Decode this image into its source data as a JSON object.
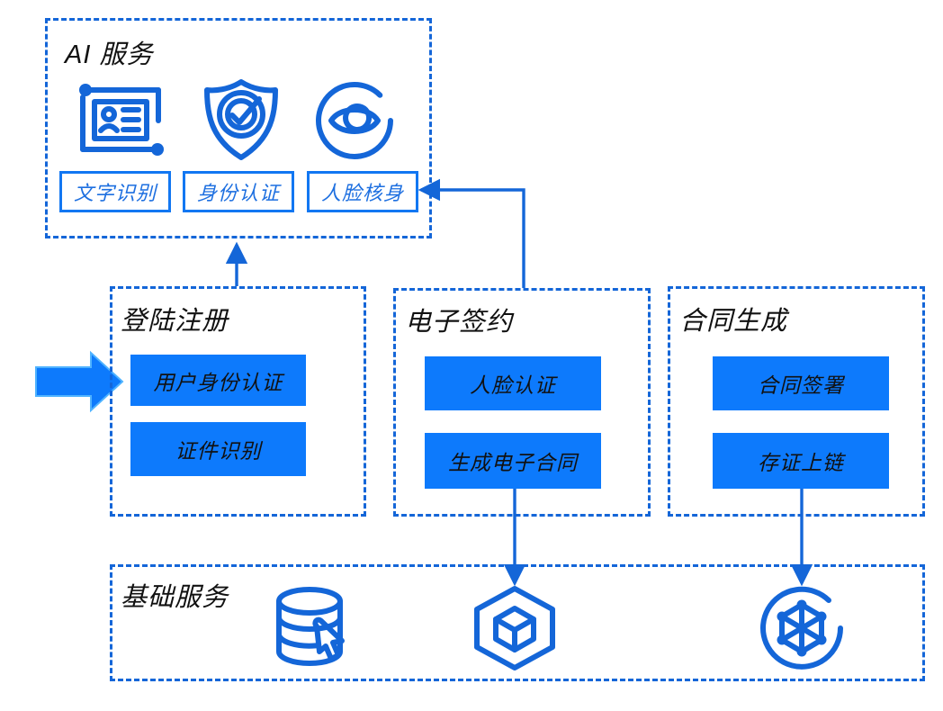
{
  "diagram": {
    "title_color": "#111111",
    "accent_blue": "#0d7afc",
    "border_blue": "#1466d8",
    "groups": {
      "ai_service": {
        "title": "AI 服务",
        "icons": [
          {
            "name": "id-card-ocr-icon",
            "label": "文字识别"
          },
          {
            "name": "shield-check-icon",
            "label": "身份认证"
          },
          {
            "name": "eye-scan-icon",
            "label": "人脸核身"
          }
        ],
        "chips": [
          "文字识别",
          "身份认证",
          "人脸核身"
        ]
      },
      "login_register": {
        "title": "登陆注册",
        "items": [
          "用户身份认证",
          "证件识别"
        ]
      },
      "e_signing": {
        "title": "电子签约",
        "items": [
          "人脸认证",
          "生成电子合同"
        ]
      },
      "contract_generation": {
        "title": "合同生成",
        "items": [
          "合同签署",
          "存证上链"
        ]
      },
      "base_service": {
        "title": "基础服务",
        "icons": [
          {
            "name": "database-click-icon"
          },
          {
            "name": "hexagon-cube-icon"
          },
          {
            "name": "blockchain-node-icon"
          }
        ]
      }
    },
    "connectors": [
      {
        "name": "entry-block-arrow",
        "from": "external",
        "to": "用户身份认证"
      },
      {
        "name": "login-to-ai-arrow",
        "from": "登陆注册",
        "to": "AI 服务"
      },
      {
        "name": "esign-to-face-arrow",
        "from": "电子签约",
        "to": "人脸核身"
      },
      {
        "name": "esign-to-base-arrow",
        "from": "生成电子合同",
        "to": "基础服务"
      },
      {
        "name": "contract-to-base-arrow",
        "from": "存证上链",
        "to": "基础服务"
      }
    ]
  }
}
